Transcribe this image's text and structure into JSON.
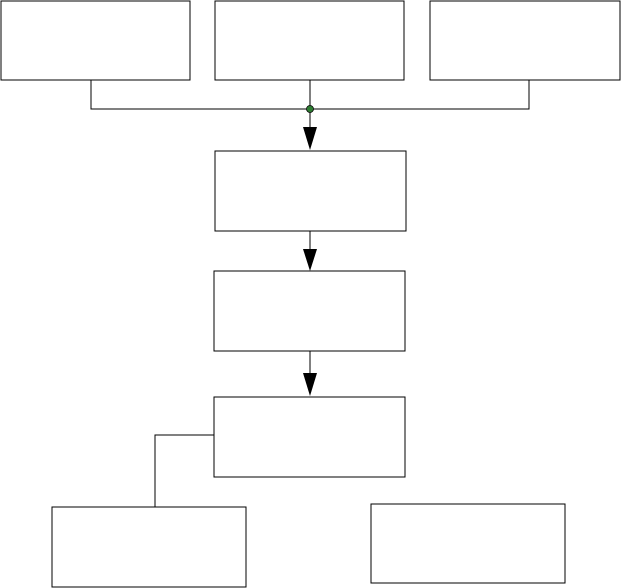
{
  "diagram": {
    "type": "flowchart",
    "background_color": "#ffffff",
    "line_color": "#000000",
    "junction_color": "#2e7d32",
    "boxes": [
      {
        "id": "top-left-box",
        "label": ""
      },
      {
        "id": "top-center-box",
        "label": ""
      },
      {
        "id": "top-right-box",
        "label": ""
      },
      {
        "id": "middle-box-1",
        "label": ""
      },
      {
        "id": "middle-box-2",
        "label": ""
      },
      {
        "id": "middle-box-3",
        "label": ""
      },
      {
        "id": "bottom-left-box",
        "label": ""
      },
      {
        "id": "bottom-right-box",
        "label": ""
      }
    ]
  }
}
